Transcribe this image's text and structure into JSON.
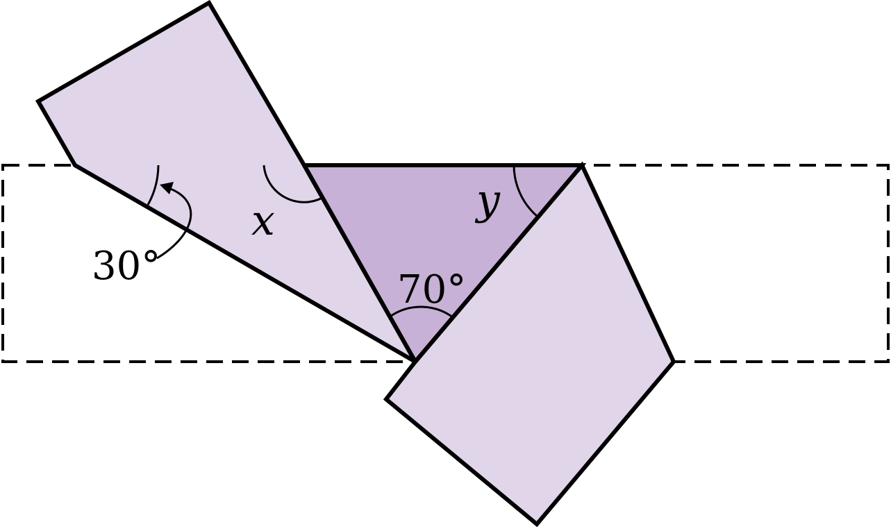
{
  "labels": {
    "angle_30": "30°",
    "angle_x": "x",
    "angle_y": "y",
    "angle_70": "70°"
  },
  "colors": {
    "light_fill": "#e1d5ea",
    "dark_fill": "#c7b1d6",
    "stroke": "#000000"
  }
}
